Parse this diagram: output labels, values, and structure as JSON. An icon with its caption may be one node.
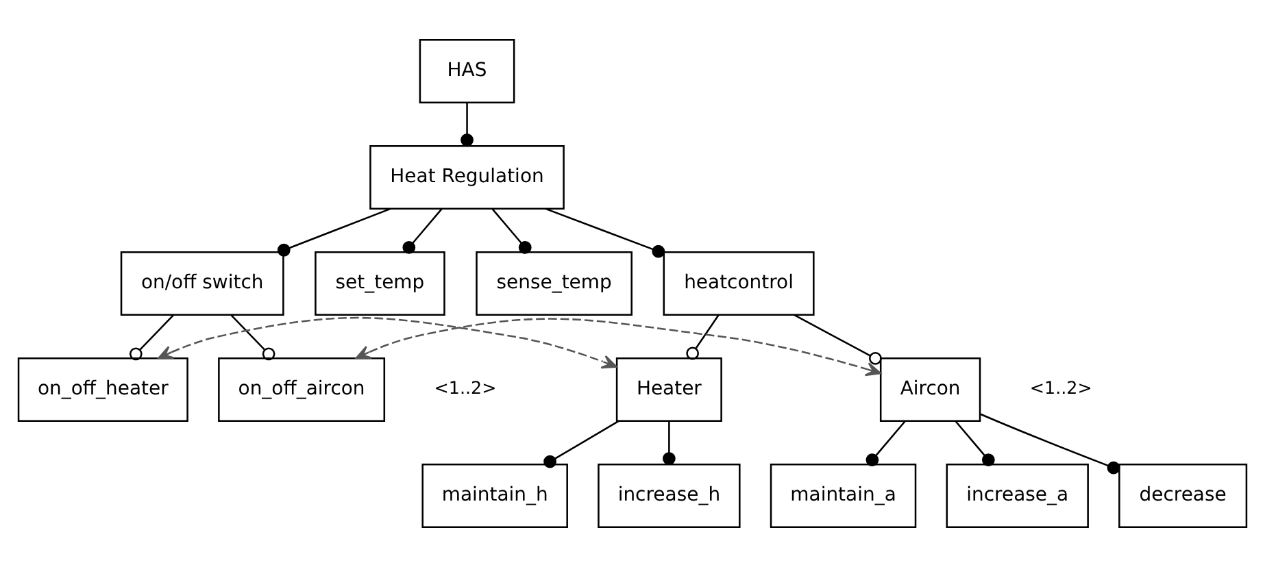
{
  "diagram": {
    "nodes": [
      {
        "text": [
          "HAS"
        ]
      },
      {
        "text": [
          "Heat Regulation"
        ]
      },
      {
        "text": [
          "on/off switch"
        ]
      },
      {
        "text": [
          "set_temp"
        ]
      },
      {
        "text": [
          "sense_temp"
        ]
      },
      {
        "text": [
          "heatcontrol"
        ]
      },
      {
        "text": [
          "on_off_heater"
        ]
      },
      {
        "text": [
          "on_off_aircon"
        ]
      },
      {
        "text": [
          "Heater"
        ]
      },
      {
        "text": [
          "Aircon"
        ]
      },
      {
        "text": [
          "maintain_h"
        ]
      },
      {
        "text": [
          "increase_h"
        ]
      },
      {
        "text": [
          "maintain_a"
        ]
      },
      {
        "text": [
          "increase_a"
        ]
      },
      {
        "text": [
          "decrease"
        ]
      }
    ],
    "edges": [
      {
        "from": 0,
        "to": 1,
        "arrow": "other"
      },
      {
        "from": 1,
        "to": 2,
        "arrow": "other"
      },
      {
        "from": 1,
        "to": 3,
        "arrow": "other"
      },
      {
        "from": 1,
        "to": 4,
        "arrow": "other"
      },
      {
        "from": 1,
        "to": 5,
        "arrow": "other"
      },
      {
        "from": 2,
        "to": 6,
        "arrow": "other"
      },
      {
        "from": 2,
        "to": 7,
        "arrow": "other"
      },
      {
        "from": 5,
        "to": 8,
        "arrow": "other"
      },
      {
        "from": 5,
        "to": 9,
        "arrow": "other"
      },
      {
        "from": 8,
        "to": 10,
        "arrow": "other"
      },
      {
        "from": 8,
        "to": 11,
        "arrow": "other"
      },
      {
        "from": 9,
        "to": 12,
        "arrow": "other"
      },
      {
        "from": 9,
        "to": 13,
        "arrow": "other"
      },
      {
        "from": 9,
        "to": 14,
        "arrow": "other"
      },
      {
        "from": 6,
        "to": 8,
        "arrow": "both",
        "style": "dashed"
      },
      {
        "from": 7,
        "to": 9,
        "arrow": "both",
        "style": "dashed"
      }
    ],
    "labels": [
      "<1..2>",
      "<1..2>"
    ]
  }
}
